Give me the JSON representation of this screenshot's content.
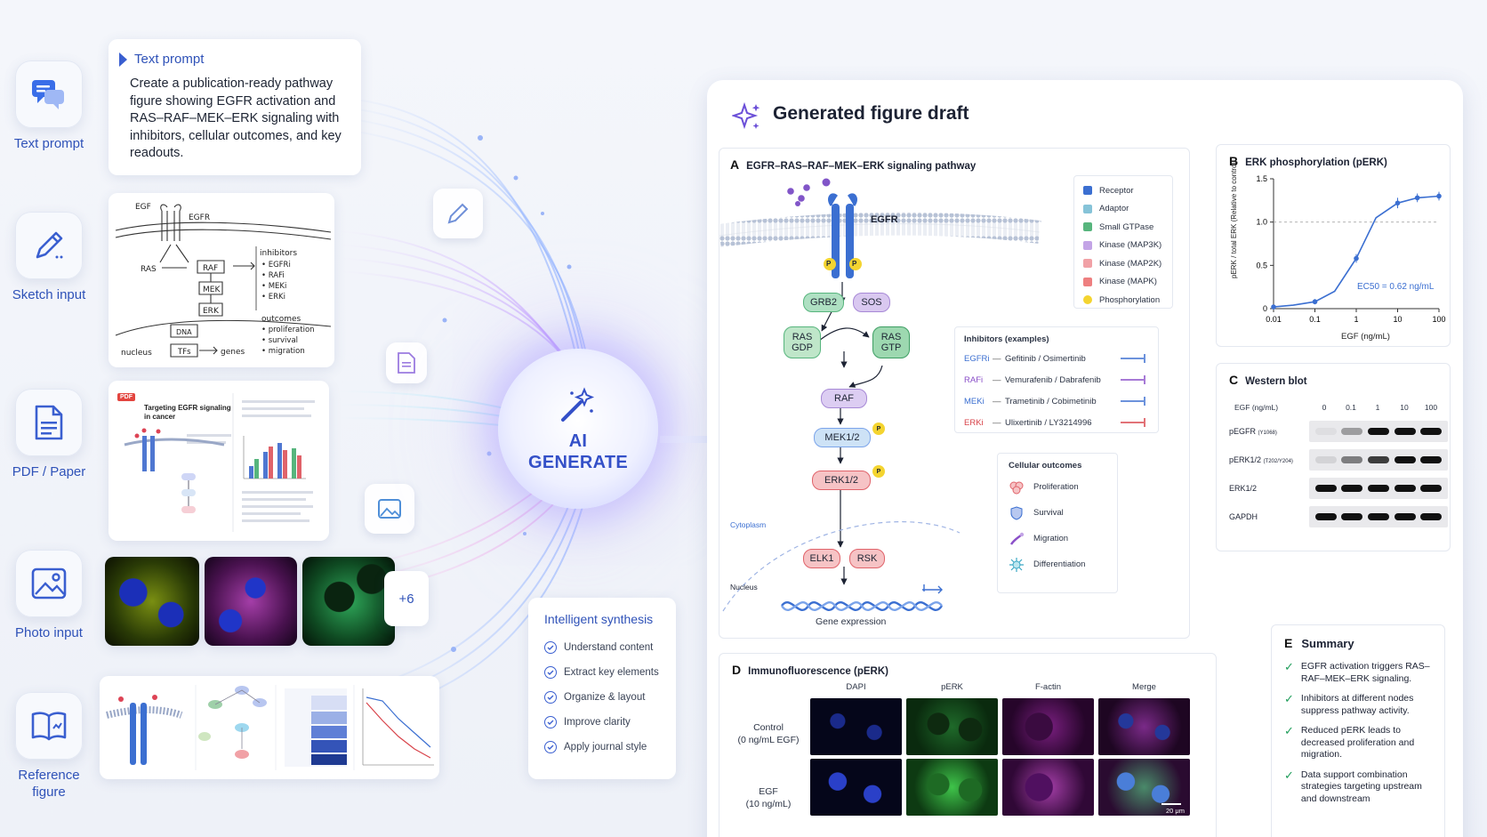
{
  "rail": {
    "items": [
      {
        "label": "Text prompt",
        "icon": "chat-bubbles-icon"
      },
      {
        "label": "Sketch input",
        "icon": "pencil-icon"
      },
      {
        "label": "PDF / Paper",
        "icon": "document-icon"
      },
      {
        "label": "Photo input",
        "icon": "image-icon"
      },
      {
        "label": "Reference\nfigure",
        "icon": "open-book-icon"
      }
    ]
  },
  "prompt": {
    "title": "Text prompt",
    "body": "Create a publication-ready pathway figure showing EGFR activation and RAS–RAF–MEK–ERK signaling with inhibitors, cellular outcomes, and key readouts."
  },
  "sketch": {
    "egf": "EGF",
    "egfr": "EGFR",
    "ras": "RAS",
    "raf": "RAF",
    "mek": "MEK",
    "erk": "ERK",
    "inhibitors_title": "inhibitors",
    "inhibitors": [
      "• EGFRi",
      "• RAFi",
      "• MEKi",
      "• ERKi"
    ],
    "outcomes_title": "outcomes",
    "outcomes": [
      "• proliferation",
      "• survival",
      "• migration"
    ],
    "nucleus": "nucleus",
    "dna": "DNA",
    "tfs": "TFs",
    "genes": "genes"
  },
  "pdf": {
    "badge": "PDF",
    "title": "Targeting EGFR signaling in cancer"
  },
  "photos": {
    "more": "+6"
  },
  "ai": {
    "line1": "AI",
    "line2": "GENERATE"
  },
  "synthesis": {
    "title": "Intelligent synthesis",
    "items": [
      "Understand content",
      "Extract key elements",
      "Organize & layout",
      "Improve clarity",
      "Apply journal style"
    ]
  },
  "figure": {
    "title": "Generated figure draft",
    "panelA": {
      "letter": "A",
      "title": "EGFR–RAS–RAF–MEK–ERK signaling pathway",
      "egfr": "EGFR",
      "p": "P",
      "grb2": "GRB2",
      "sos": "SOS",
      "ras_gdp": "RAS\nGDP",
      "ras_gtp": "RAS\nGTP",
      "raf": "RAF",
      "mek": "MEK1/2",
      "erk": "ERK1/2",
      "elk1": "ELK1",
      "rsk": "RSK",
      "cytoplasm": "Cytoplasm",
      "nucleus": "Nucleus",
      "gene_expression": "Gene expression",
      "legend": [
        {
          "label": "Receptor",
          "color": "#3b6fd1"
        },
        {
          "label": "Adaptor",
          "color": "#86c3d8"
        },
        {
          "label": "Small GTPase",
          "color": "#57b57d"
        },
        {
          "label": "Kinase (MAP3K)",
          "color": "#c3a4e6"
        },
        {
          "label": "Kinase (MAP2K)",
          "color": "#f1a1a6"
        },
        {
          "label": "Kinase (MAPK)",
          "color": "#ee7f80"
        },
        {
          "label": "Phosphorylation",
          "color": "#f4d430"
        }
      ],
      "inhibitors_title": "Inhibitors (examples)",
      "inhibitors": [
        {
          "name": "EGFRi",
          "drugs": "Gefitinib / Osimertinib",
          "color": "#3b6fd1"
        },
        {
          "name": "RAFi",
          "drugs": "Vemurafenib / Dabrafenib",
          "color": "#8a4fc8"
        },
        {
          "name": "MEKi",
          "drugs": "Trametinib / Cobimetinib",
          "color": "#3b6fd1"
        },
        {
          "name": "ERKi",
          "drugs": "Ulixertinib / LY3214996",
          "color": "#d8434a"
        }
      ],
      "outcomes_title": "Cellular outcomes",
      "outcomes": [
        {
          "label": "Proliferation",
          "icon": "cell-cluster-icon"
        },
        {
          "label": "Survival",
          "icon": "shield-icon"
        },
        {
          "label": "Migration",
          "icon": "migration-icon"
        },
        {
          "label": "Differentiation",
          "icon": "neuron-icon"
        }
      ]
    },
    "panelB": {
      "letter": "B",
      "title": "ERK phosphorylation (pERK)"
    },
    "panelC": {
      "letter": "C",
      "title": "Western blot",
      "egf_label": "EGF (ng/mL)",
      "doses": [
        "0",
        "0.1",
        "1",
        "10",
        "100"
      ],
      "rows": [
        {
          "label": "pEGFR",
          "sub": "(Y1068)",
          "bands": [
            0.05,
            0.35,
            1,
            1,
            1
          ]
        },
        {
          "label": "pERK1/2",
          "sub": "(T202/Y204)",
          "bands": [
            0.1,
            0.5,
            0.8,
            1,
            1
          ]
        },
        {
          "label": "ERK1/2",
          "sub": "",
          "bands": [
            1,
            1,
            1,
            1,
            1
          ]
        },
        {
          "label": "GAPDH",
          "sub": "",
          "bands": [
            1,
            1,
            1,
            1,
            1
          ]
        }
      ]
    },
    "panelD": {
      "letter": "D",
      "title": "Immunofluorescence (pERK)",
      "columns": [
        "DAPI",
        "pERK",
        "F-actin",
        "Merge"
      ],
      "rows": [
        {
          "line1": "Control",
          "line2": "(0 ng/mL EGF)"
        },
        {
          "line1": "EGF",
          "line2": "(10 ng/mL)"
        }
      ],
      "scale_bar": "20 μm"
    },
    "panelE": {
      "letter": "E",
      "title": "Summary",
      "items": [
        "EGFR activation triggers RAS–RAF–MEK–ERK signaling.",
        "Inhibitors at different nodes suppress pathway activity.",
        "Reduced pERK leads to decreased proliferation and migration.",
        "Data support combination strategies targeting upstream and downstream"
      ]
    }
  },
  "chart_data": {
    "type": "line",
    "title": "ERK phosphorylation (pERK)",
    "xlabel": "EGF (ng/mL)",
    "ylabel": "pERK / total ERK (Relative to control)",
    "x_scale": "log",
    "x_ticks": [
      "0.01",
      "0.1",
      "1",
      "10",
      "100"
    ],
    "y_ticks": [
      "0",
      "0.5",
      "1.0",
      "1.5"
    ],
    "ylim": [
      0,
      1.5
    ],
    "reference_line_y": 1.0,
    "annotation": "EC50 = 0.62 ng/mL",
    "series": [
      {
        "x": [
          0.01,
          0.03,
          0.1,
          0.3,
          1,
          3,
          10,
          30,
          100
        ],
        "y": [
          0.02,
          0.04,
          0.08,
          0.2,
          0.58,
          1.05,
          1.22,
          1.28,
          1.3
        ],
        "err": [
          0.01,
          0.02,
          0.03,
          0.04,
          0.05,
          0.06,
          0.06,
          0.05,
          0.05
        ]
      }
    ]
  }
}
